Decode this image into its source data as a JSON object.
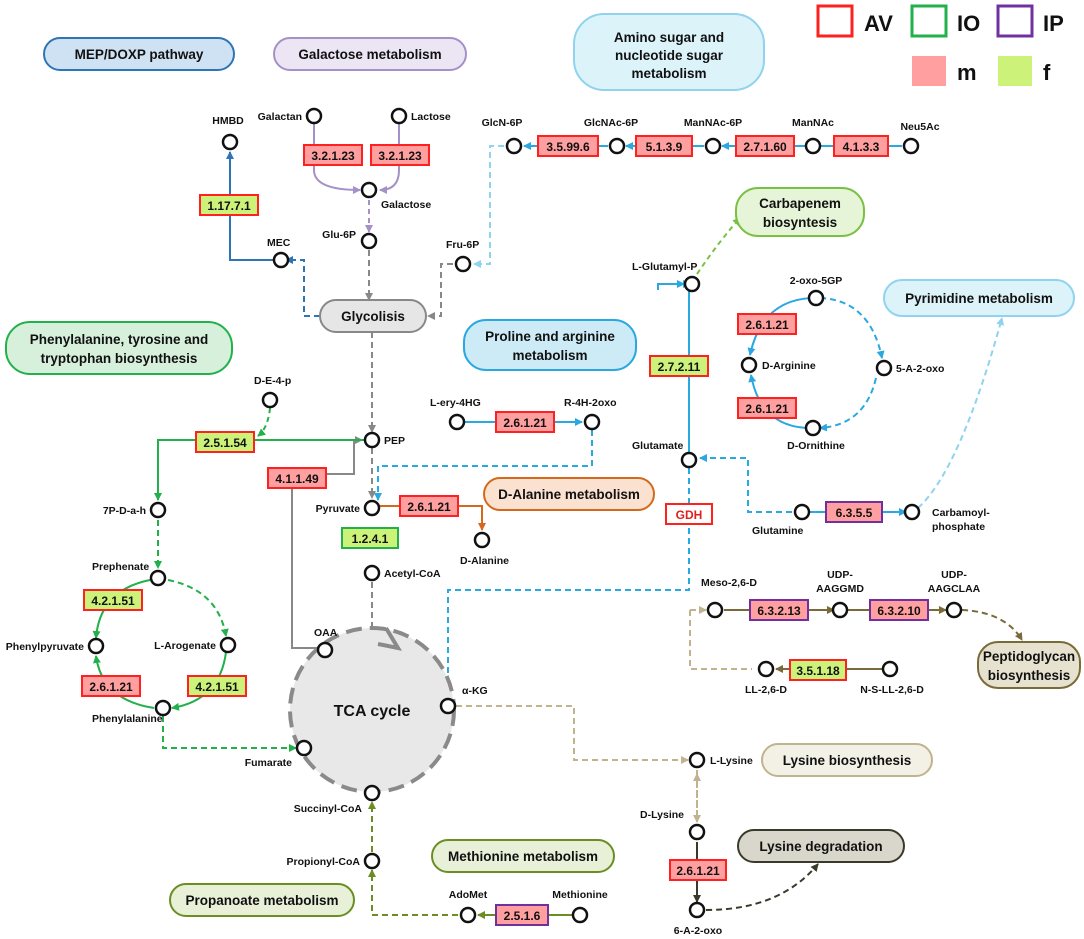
{
  "legend": {
    "av": "AV",
    "io": "IO",
    "ip": "IP",
    "m": "m",
    "f": "f",
    "colors": {
      "av": "#ff2020",
      "io": "#22b04b",
      "ip": "#7030a0",
      "m": "#ff9f9f",
      "f": "#ccf27a"
    }
  },
  "pathways": {
    "mep": "MEP/DOXP pathway",
    "galactose": "Galactose metabolism",
    "amino_sugar_1": "Amino sugar and",
    "amino_sugar_2": "nucleotide sugar",
    "amino_sugar_3": "metabolism",
    "carbapenem_1": "Carbapenem",
    "carbapenem_2": "biosyntesis",
    "pyrimidine": "Pyrimidine metabolism",
    "phe_1": "Phenylalanine, tyrosine and",
    "phe_2": "tryptophan biosynthesis",
    "proline_1": "Proline and arginine",
    "proline_2": "metabolism",
    "glycolysis": "Glycolisis",
    "d_alanine": "D-Alanine metabolism",
    "tca": "TCA cycle",
    "peptidoglycan_1": "Peptidoglycan",
    "peptidoglycan_2": "biosynthesis",
    "lysine_bio": "Lysine biosynthesis",
    "lysine_deg": "Lysine degradation",
    "methionine": "Methionine metabolism",
    "propanoate": "Propanoate metabolism"
  },
  "metabolites": {
    "hmbd": "HMBD",
    "galactan": "Galactan",
    "lactose": "Lactose",
    "galactose": "Galactose",
    "glu6p": "Glu-6P",
    "mec": "MEC",
    "fru6p": "Fru-6P",
    "glcn6p": "GlcN-6P",
    "glcnac6p": "GlcNAc-6P",
    "mannac6p": "ManNAc-6P",
    "mannac": "ManNAc",
    "neu5ac": "Neu5Ac",
    "l_glutamyl_p": "L-Glutamyl-P",
    "oxo5gp": "2-oxo-5GP",
    "d_arginine": "D-Arginine",
    "a2oxo5": "5-A-2-oxo",
    "d_ornithine": "D-Ornithine",
    "glutamate": "Glutamate",
    "glutamine": "Glutamine",
    "carbamoyl_1": "Carbamoyl-",
    "carbamoyl_2": "phosphate",
    "de4p": "D-E-4-p",
    "pep": "PEP",
    "l_ery": "L-ery-4HG",
    "r4h": "R-4H-2oxo",
    "p7dah": "7P-D-a-h",
    "pyruvate": "Pyruvate",
    "d_alanine": "D-Alanine",
    "acetyl_coa": "Acetyl-CoA",
    "prephenate": "Prephenate",
    "phenylpyruvate": "Phenylpyruvate",
    "l_arogenate": "L-Arogenate",
    "phenylalanine": "Phenylalanine",
    "oaa": "OAA",
    "akg": "α-KG",
    "fumarate": "Fumarate",
    "succinyl_coa": "Succinyl-CoA",
    "propionyl_coa": "Propionyl-CoA",
    "adomet": "AdoMet",
    "methionine": "Methionine",
    "meso26d": "Meso-2,6-D",
    "udp_aaggmd_1": "UDP-",
    "udp_aaggmd_2": "AAGGMD",
    "udp_aagclaa_1": "UDP-",
    "udp_aagclaa_2": "AAGCLAA",
    "ll26d": "LL-2,6-D",
    "nsll26d": "N-S-LL-2,6-D",
    "l_lysine": "L-Lysine",
    "d_lysine": "D-Lysine",
    "a2oxo6": "6-A-2-oxo"
  },
  "enzymes": {
    "e3211_a": "3.2.1.23",
    "e3211_b": "3.2.1.23",
    "e11771": "1.17.7.1",
    "e35996": "3.5.99.6",
    "e5139": "5.1.3.9",
    "e27160": "2.7.1.60",
    "e4133": "4.1.3.3",
    "e2621_arg_top": "2.6.1.21",
    "e2621_arg_bot": "2.6.1.21",
    "e27211": "2.7.2.11",
    "e2621_ery": "2.6.1.21",
    "e25154": "2.5.1.54",
    "e41149": "4.1.1.49",
    "e2621_pyr": "2.6.1.21",
    "e1241": "1.2.4.1",
    "gdh": "GDH",
    "e6355": "6.3.5.5",
    "e42151_a": "4.2.1.51",
    "e42151_b": "4.2.1.51",
    "e2621_phe": "2.6.1.21",
    "e63213": "6.3.2.13",
    "e63210": "6.3.2.10",
    "e35118": "3.5.1.18",
    "e2621_lys": "2.6.1.21",
    "e2516": "2.5.1.6"
  }
}
